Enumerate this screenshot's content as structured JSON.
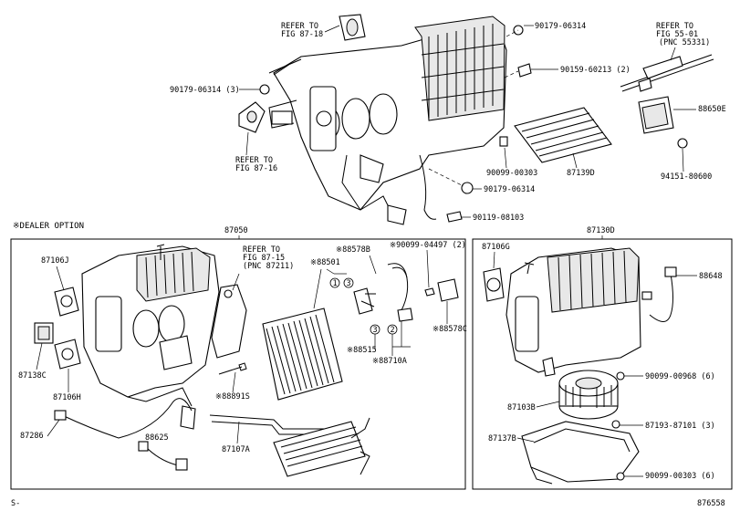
{
  "parts": {
    "refer_87_18": [
      "REFER TO",
      "FIG 87-18"
    ],
    "refer_87_16": [
      "REFER TO",
      "FIG 87-16"
    ],
    "refer_55_01": [
      "REFER TO",
      "FIG 55-01",
      "(PNC 55331)"
    ],
    "refer_87_15": [
      "REFER TO",
      "FIG 87-15",
      "(PNC 87211)"
    ],
    "p90179_06314_top": "90179-06314",
    "p90159_60213": "90159-60213 (2)",
    "p90179_06314_3": "90179-06314 (3)",
    "p88650E": "88650E",
    "p90099_00303": "90099-00303",
    "p87139D": "87139D",
    "p94151_80600": "94151-80600",
    "p90179_06314_low": "90179-06314",
    "p90119_08103": "90119-08103",
    "dealer_option": "※DEALER OPTION",
    "p87050": "87050",
    "p87130D": "87130D",
    "p87106J": "87106J",
    "p88578B": "※88578B",
    "p90099_04497": "※90099-04497 (2)",
    "p88501": "※88501",
    "p87106G": "87106G",
    "p88648": "88648",
    "p88578C": "※88578C",
    "p88515": "※88515",
    "p88710A": "※88710A",
    "p87138C": "87138C",
    "p87106H": "87106H",
    "p90099_00968": "90099-00968 (6)",
    "p88891S": "※88891S",
    "p87103B": "87103B",
    "p87286": "87286",
    "p88625": "88625",
    "p87107A": "87107A",
    "p87193_87101": "87193-87101 (3)",
    "p87137B": "87137B",
    "p90099_00303_6": "90099-00303 (6)",
    "circle_1": "1",
    "circle_2": "2",
    "circle_3": "3"
  },
  "footer": {
    "left": "S-",
    "right": "876558"
  }
}
